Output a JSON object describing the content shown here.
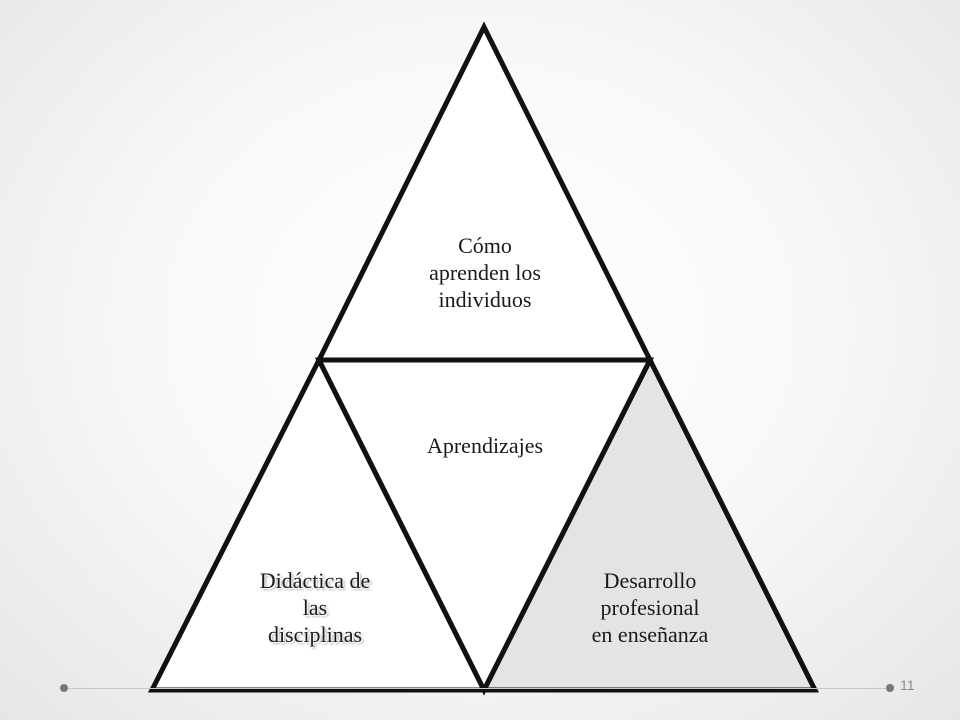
{
  "diagram": {
    "top_label": [
      "Cómo",
      "aprenden los",
      "individuos"
    ],
    "center_label": [
      "Aprendizajes"
    ],
    "left_label": [
      "Didáctica de",
      "las",
      "disciplinas"
    ],
    "right_label": [
      "Desarrollo",
      "profesional",
      "en enseñanza"
    ]
  },
  "colors": {
    "outline": "#111111",
    "fill_white": "#ffffff",
    "fill_right": "#e2e4e5"
  },
  "footer": {
    "page_number": "11"
  }
}
